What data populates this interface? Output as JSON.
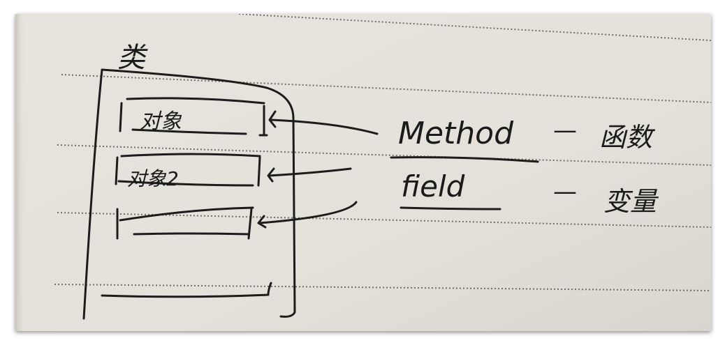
{
  "photo": {
    "subject": "notebook-handwriting",
    "paper_color": "#e6e3dc",
    "ink_color": "#1c1c1c"
  },
  "note": {
    "class_heading": "类",
    "boxes": [
      {
        "label": "对象"
      },
      {
        "label": "对象2"
      },
      {
        "label": ""
      }
    ],
    "terms": [
      {
        "term": "Method",
        "dash": "—",
        "meaning": "函数"
      },
      {
        "term": "field",
        "dash": "—",
        "meaning": "变量"
      }
    ]
  }
}
